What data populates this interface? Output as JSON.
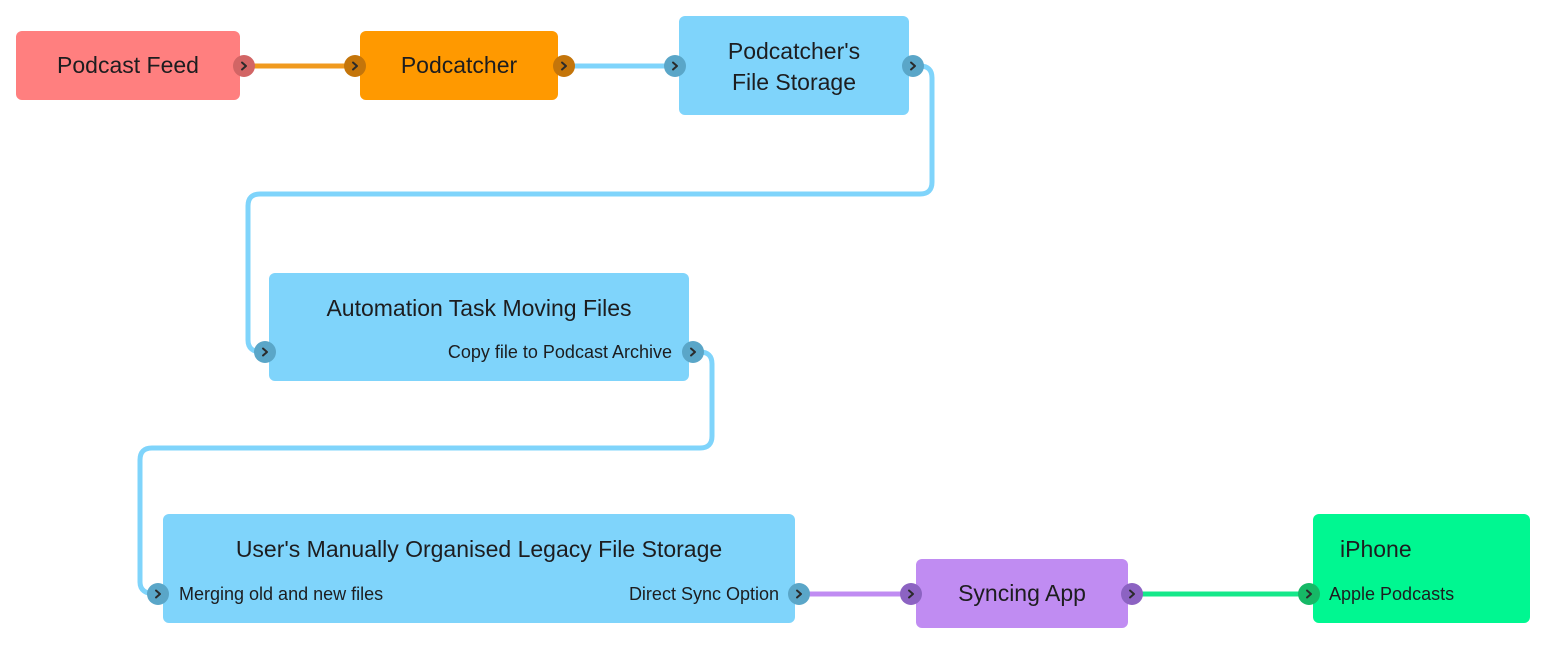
{
  "nodes": {
    "podcast_feed": {
      "title": "Podcast Feed"
    },
    "podcatcher": {
      "title": "Podcatcher"
    },
    "podcatcher_storage": {
      "title_line1": "Podcatcher's",
      "title_line2": "File Storage"
    },
    "automation_task": {
      "title": "Automation Task Moving Files",
      "output_label": "Copy file to Podcast Archive"
    },
    "legacy_storage": {
      "title": "User's Manually Organised Legacy File Storage",
      "input_label": "Merging old and new files",
      "output_label": "Direct Sync Option"
    },
    "syncing_app": {
      "title": "Syncing App"
    },
    "iphone": {
      "title": "iPhone",
      "input_label": "Apple Podcasts"
    }
  },
  "colors": {
    "feed": "#ff7f7f",
    "podcatcher": "#ff9900",
    "storage": "#7fd4fb",
    "syncing": "#c08cf2",
    "iphone": "#00f791",
    "wire_orange": "#f09a1f",
    "wire_blue": "#7fd4fb",
    "wire_purple": "#c08cf2",
    "wire_green": "#15e88a"
  },
  "icons": {
    "port": "chevron-right-icon"
  }
}
